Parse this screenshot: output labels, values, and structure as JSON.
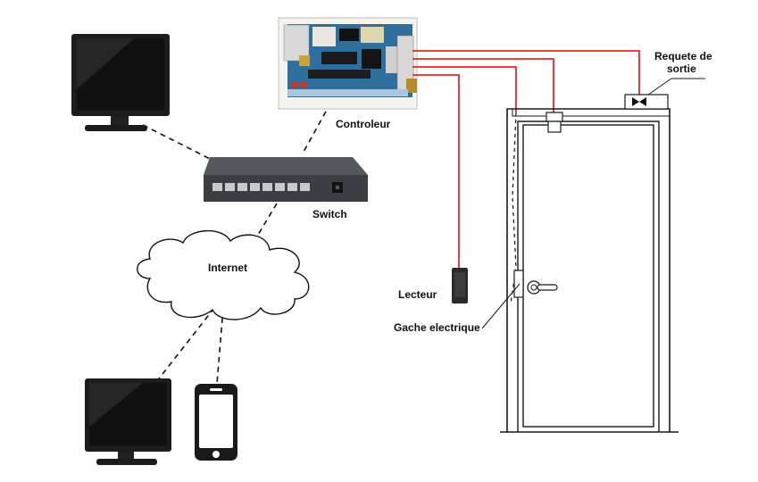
{
  "labels": {
    "controller": "Controleur",
    "switch": "Switch",
    "internet": "Internet",
    "reader": "Lecteur",
    "electric_strike": "Gache electrique",
    "exit_request_line1": "Requete de",
    "exit_request_line2": "sortie"
  },
  "colors": {
    "signal_wire": "#e8262c",
    "network_link": "#111111",
    "switch_body": "#3b3f44",
    "pcb": "#2f6f9e",
    "door_outline": "#1a1a1a"
  },
  "icons": {
    "monitor": "monitor-icon",
    "smartphone": "smartphone-icon",
    "cloud": "cloud-icon",
    "switch": "network-switch-icon",
    "controller": "controller-board-icon",
    "reader": "card-reader-icon",
    "door": "door-icon",
    "exit_button": "exit-request-button-icon"
  }
}
